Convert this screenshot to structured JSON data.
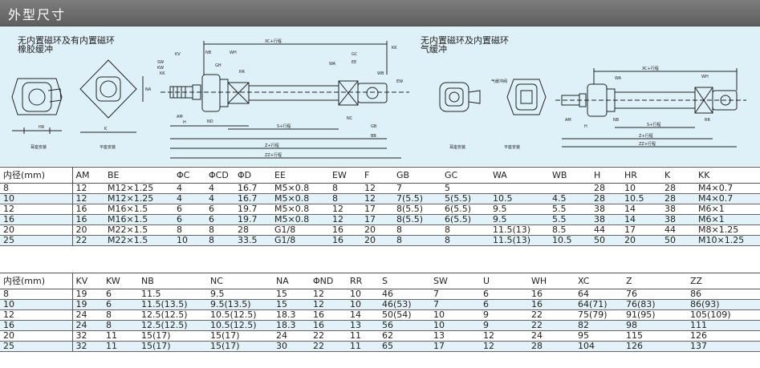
{
  "title": "外型尺寸",
  "left_caption": [
    "无内置磁环及有内置磁环",
    "橡胶缓冲"
  ],
  "right_caption": [
    "无内置磁环及内置磁环",
    "气缓冲"
  ],
  "left_drawing": {
    "labels": {
      "sw": "SW",
      "kw": "KW",
      "kv": "KV",
      "kk": "KK",
      "nb": "NB",
      "wh": "WH",
      "ghk": "GH",
      "rr": "RR",
      "xc": "XC+行程",
      "wa": "WA",
      "gc": "GC",
      "ee": "EE",
      "ew": "EW",
      "wb": "WB",
      "kc": "KK",
      "am": "AM",
      "h": "H",
      "nd": "ND",
      "nc": "NC",
      "gb": "GB",
      "bb": "BB",
      "s": "S+行程",
      "z": "Z+行程",
      "zz": "ZZ+行程",
      "hr": "HR",
      "k": "K",
      "na": "NA",
      "mount1": "耳座安装",
      "mount2": "平座安装"
    }
  },
  "right_drawing": {
    "labels": {
      "xc": "XC+行程",
      "wa": "WA",
      "wh": "WH",
      "nb": "NB",
      "rr": "RR",
      "am": "AM",
      "s": "S+行程",
      "z": "Z+行程",
      "zz": "ZZ+行程",
      "h": "H",
      "cushion": "气缓冲阀",
      "mount1": "耳座安装",
      "mount2": "平座安装"
    }
  },
  "table1": {
    "headers": [
      "内径(mm)",
      "AM",
      "BE",
      "ΦC",
      "ΦCD",
      "ΦD",
      "EE",
      "EW",
      "F",
      "GB",
      "GC",
      "WA",
      "WB",
      "H",
      "HR",
      "K",
      "KK"
    ],
    "rows": [
      [
        "8",
        "12",
        "M12×1.25",
        "4",
        "4",
        "16.7",
        "M5×0.8",
        "8",
        "12",
        "7",
        "5",
        "",
        "",
        "28",
        "10",
        "28",
        "M4×0.7"
      ],
      [
        "10",
        "12",
        "M12×1.25",
        "4",
        "4",
        "16.7",
        "M5×0.8",
        "8",
        "12",
        "7(5.5)",
        "5(5.5)",
        "10.5",
        "4.5",
        "28",
        "10.5",
        "28",
        "M4×0.7"
      ],
      [
        "12",
        "16",
        "M16×1.5",
        "6",
        "6",
        "19.7",
        "M5×0.8",
        "12",
        "17",
        "8(5.5)",
        "6(5.5)",
        "9.5",
        "5.5",
        "38",
        "14",
        "38",
        "M6×1"
      ],
      [
        "16",
        "16",
        "M16×1.5",
        "6",
        "6",
        "19.7",
        "M5×0.8",
        "12",
        "17",
        "8(5.5)",
        "6(5.5)",
        "9.5",
        "5.5",
        "38",
        "14",
        "38",
        "M6×1"
      ],
      [
        "20",
        "20",
        "M22×1.5",
        "8",
        "8",
        "28",
        "G1/8",
        "16",
        "20",
        "8",
        "8",
        "11.5(13)",
        "8.5",
        "44",
        "17",
        "44",
        "M8×1.25"
      ],
      [
        "25",
        "22",
        "M22×1.5",
        "10",
        "8",
        "33.5",
        "G1/8",
        "16",
        "20",
        "8",
        "8",
        "11.5(13)",
        "10.5",
        "50",
        "20",
        "50",
        "M10×1.25"
      ]
    ]
  },
  "table2": {
    "headers": [
      "内径(mm)",
      "KV",
      "KW",
      "NB",
      "NC",
      "NA",
      "ΦND",
      "RR",
      "S",
      "SW",
      "U",
      "WH",
      "XC",
      "Z",
      "ZZ"
    ],
    "rows": [
      [
        "8",
        "19",
        "6",
        "11.5",
        "9.5",
        "15",
        "12",
        "10",
        "46",
        "7",
        "6",
        "16",
        "64",
        "76",
        "86"
      ],
      [
        "10",
        "19",
        "6",
        "11.5(13.5)",
        "9.5(13.5)",
        "15",
        "12",
        "10",
        "46(53)",
        "7",
        "6",
        "16",
        "64(71)",
        "76(83)",
        "86(93)"
      ],
      [
        "12",
        "24",
        "8",
        "12.5(12.5)",
        "10.5(12.5)",
        "18.3",
        "16",
        "14",
        "50(54)",
        "10",
        "9",
        "22",
        "75(79)",
        "91(95)",
        "105(109)"
      ],
      [
        "16",
        "24",
        "8",
        "12.5(12.5)",
        "10.5(12.5)",
        "18.3",
        "16",
        "13",
        "56",
        "10",
        "9",
        "22",
        "82",
        "98",
        "111"
      ],
      [
        "20",
        "32",
        "11",
        "15(17)",
        "15(17)",
        "24",
        "22",
        "11",
        "62",
        "13",
        "12",
        "24",
        "95",
        "115",
        "126"
      ],
      [
        "25",
        "32",
        "11",
        "15(17)",
        "15(17)",
        "30",
        "22",
        "11",
        "65",
        "17",
        "12",
        "28",
        "104",
        "126",
        "137"
      ]
    ]
  }
}
